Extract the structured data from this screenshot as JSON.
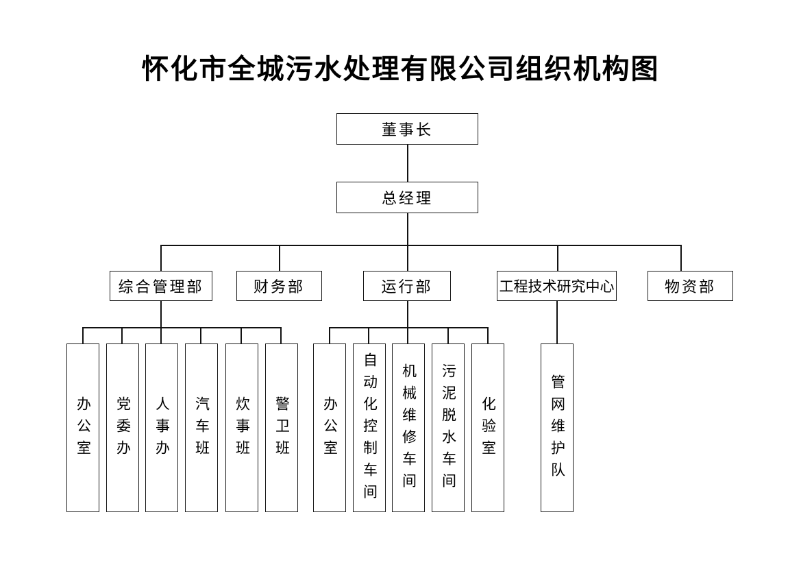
{
  "title": "怀化市全城污水处理有限公司组织机构图",
  "colors": {
    "box_border": "#1a1a1a",
    "line": "#111111",
    "background": "#ffffff",
    "text": "#000000"
  },
  "nodes": {
    "chairman": {
      "label": "董事长",
      "level": "top"
    },
    "general_manager": {
      "label": "总经理",
      "level": "second"
    },
    "departments": [
      {
        "label": "综合管理部"
      },
      {
        "label": "财务部"
      },
      {
        "label": "运行部"
      },
      {
        "label": "工程技术研究中心"
      },
      {
        "label": "物资部"
      }
    ],
    "admin_units": [
      {
        "label": "办公室"
      },
      {
        "label": "党委办"
      },
      {
        "label": "人事办"
      },
      {
        "label": "汽车班"
      },
      {
        "label": "炊事班"
      },
      {
        "label": "警卫班"
      }
    ],
    "operation_units": [
      {
        "label": "办公室"
      },
      {
        "label": "自动化控制车间"
      },
      {
        "label": "机械维修车间"
      },
      {
        "label": "污泥脱水车间"
      },
      {
        "label": "化验室"
      }
    ],
    "engineering_units": [
      {
        "label": "管网维护队"
      }
    ]
  },
  "chart_data": {
    "type": "diagram",
    "diagram_type": "organization-chart",
    "title": "怀化市全城污水处理有限公司组织机构图",
    "hierarchy": [
      {
        "label": "董事长",
        "children": [
          {
            "label": "总经理",
            "children": [
              {
                "label": "综合管理部",
                "children": [
                  {
                    "label": "办公室"
                  },
                  {
                    "label": "党委办"
                  },
                  {
                    "label": "人事办"
                  },
                  {
                    "label": "汽车班"
                  },
                  {
                    "label": "炊事班"
                  },
                  {
                    "label": "警卫班"
                  }
                ]
              },
              {
                "label": "财务部",
                "children": []
              },
              {
                "label": "运行部",
                "children": [
                  {
                    "label": "办公室"
                  },
                  {
                    "label": "自动化控制车间"
                  },
                  {
                    "label": "机械维修车间"
                  },
                  {
                    "label": "污泥脱水车间"
                  },
                  {
                    "label": "化验室"
                  }
                ]
              },
              {
                "label": "工程技术研究中心",
                "children": [
                  {
                    "label": "管网维护队"
                  }
                ]
              },
              {
                "label": "物资部",
                "children": []
              }
            ]
          }
        ]
      }
    ]
  }
}
